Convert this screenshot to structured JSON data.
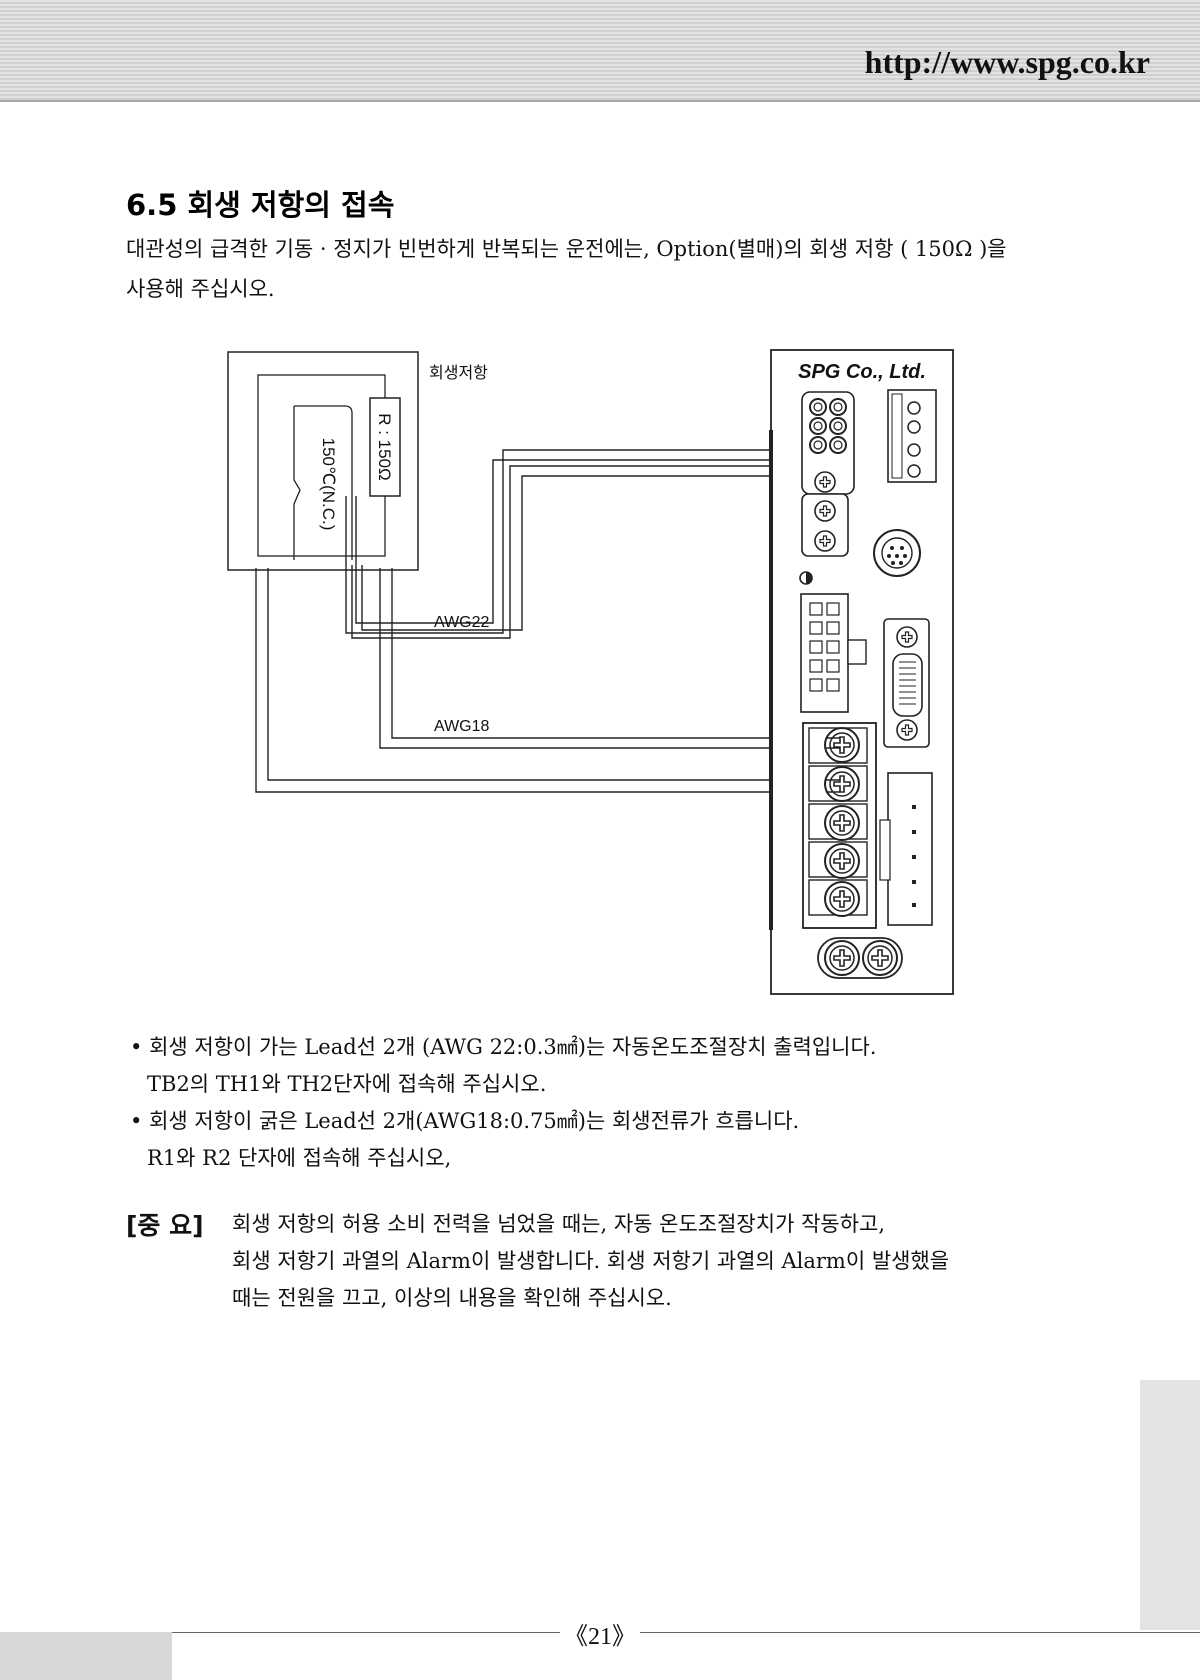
{
  "header": {
    "url": "http://www.spg.co.kr"
  },
  "section": {
    "title": "6.5 회생 저항의 접속",
    "intro_lines": [
      "대관성의 급격한 기동 · 정지가  빈번하게 반복되는 운전에는, Option(별매)의 회생 저항 ( 150Ω )을",
      "사용해 주십시오."
    ]
  },
  "diagram": {
    "resistor_box_label": "회생저항",
    "resistor_value": "R : 150Ω",
    "thermostat": "150℃(N.C.)",
    "wire_thin": "AWG22",
    "wire_thick": "AWG18",
    "drive_brand": "SPG Co., Ltd."
  },
  "notes": [
    {
      "bullet": "•",
      "lines": [
        "회생 저항이 가는 Lead선 2개 (AWG 22:0.3㎟)는 자동온도조절장치 출력입니다.",
        "TB2의 TH1와 TH2단자에 접속해 주십시오."
      ]
    },
    {
      "bullet": "•",
      "lines": [
        "회생 저항이 굵은 Lead선 2개(AWG18:0.75㎟)는 회생전류가 흐릅니다.",
        "R1와 R2 단자에 접속해 주십시오,"
      ]
    }
  ],
  "important": {
    "label": "[중 요]",
    "lines": [
      "회생 저항의 허용 소비 전력을 넘었을 때는, 자동 온도조절장치가 작동하고,",
      "회생 저항기 과열의 Alarm이 발생합니다. 회생 저항기 과열의 Alarm이 발생했을",
      "때는 전원을 끄고, 이상의 내용을 확인해 주십시오."
    ]
  },
  "footer": {
    "page_number": "《21》"
  }
}
